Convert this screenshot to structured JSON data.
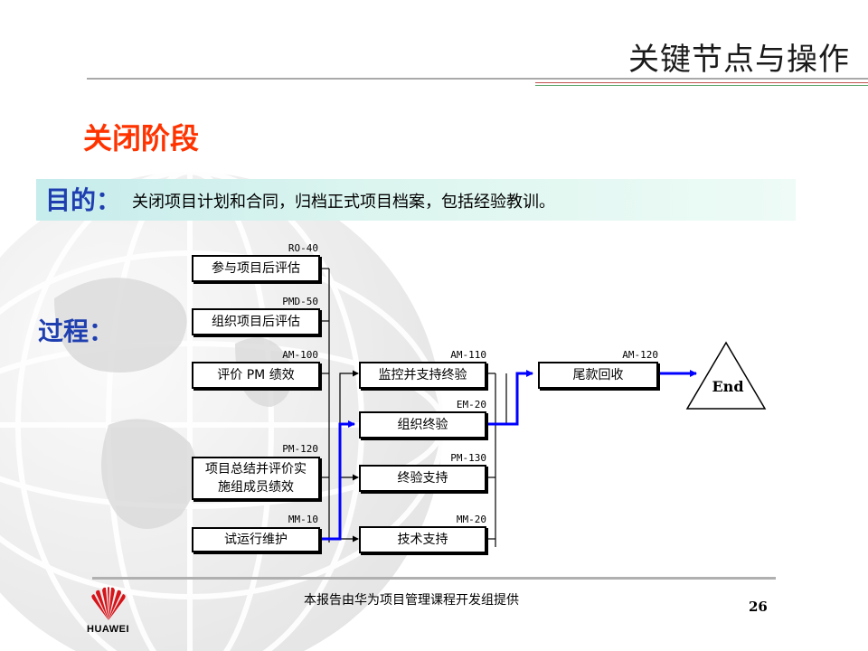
{
  "slide": {
    "title": "关键节点与操作",
    "phase_title": "关闭阶段",
    "purpose_label": "目的：",
    "purpose_text": "关闭项目计划和合同，归档正式项目档案，包括经验教训。",
    "process_label": "过程："
  },
  "flow": {
    "nodes": [
      {
        "code": "RO-40",
        "label": "参与项目后评估"
      },
      {
        "code": "PMD-50",
        "label": "组织项目后评估"
      },
      {
        "code": "AM-100",
        "label": "评价 PM 绩效"
      },
      {
        "code": "PM-120",
        "label": "项目总结并评价实施组成员绩效"
      },
      {
        "code": "MM-10",
        "label": "试运行维护"
      },
      {
        "code": "AM-110",
        "label": "监控并支持终验"
      },
      {
        "code": "EM-20",
        "label": "组织终验"
      },
      {
        "code": "PM-130",
        "label": "终验支持"
      },
      {
        "code": "MM-20",
        "label": "技术支持"
      },
      {
        "code": "AM-120",
        "label": "尾款回收"
      }
    ],
    "end_label": "End",
    "colors": {
      "highlight_path": "#0000ff",
      "connector": "#000000"
    }
  },
  "footer": {
    "provider_text": "本报告由华为项目管理课程开发组提供",
    "page_number": "26",
    "logo_text": "HUAWEI",
    "logo_color": "#d7141a"
  }
}
